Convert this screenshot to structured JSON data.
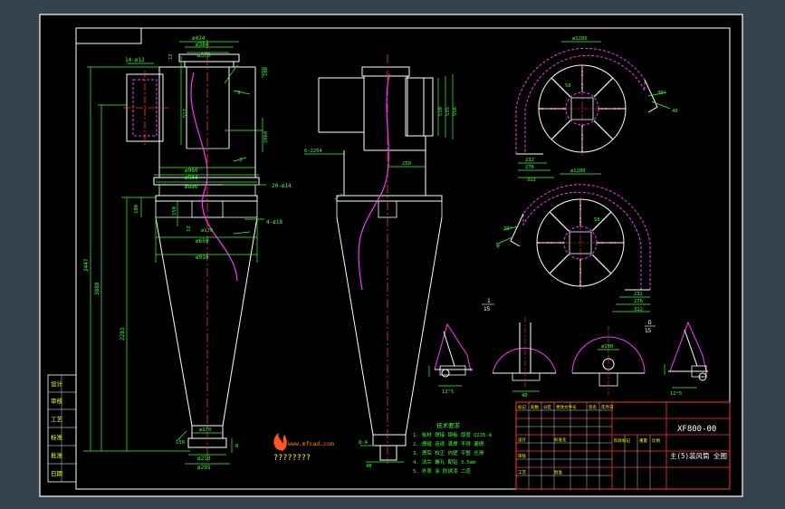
{
  "drawing": {
    "number": "XF800-00",
    "title_cn": "主(5)装风筒 全图",
    "logo_text": "????????",
    "logo_brand": "www.mfcad.com"
  },
  "dims_front": [
    "ø424",
    "ø384",
    "ø370",
    "12",
    "14-ø12",
    "100",
    "512",
    "3",
    "1064",
    "3",
    "ø960",
    "ø844",
    "ø880",
    "20-ø14",
    "180",
    "150",
    "12",
    "ø170",
    "ø650",
    "4-ø18",
    "ø910",
    "3447",
    "3888",
    "2283",
    "ø170",
    "150",
    "ø230",
    "ø295",
    "8"
  ],
  "dims_side": [
    "510",
    "535",
    "556",
    "6-2204",
    "250",
    "8-4",
    "48"
  ],
  "dims_volutes": {
    "top": [
      "ø1280",
      "58",
      "30°",
      "40",
      "232",
      "276",
      "312"
    ],
    "bottom": [
      "ø1280",
      "58",
      "30°",
      "40",
      "232",
      "276",
      "312"
    ]
  },
  "details": {
    "labels": [
      "1",
      "15",
      "D",
      "15"
    ],
    "dims": [
      "12°5",
      "ø190",
      "40",
      "12°5"
    ]
  },
  "notes": {
    "heading": "技术要求",
    "lines": [
      "1. 板材 焊接 钢板 厚度 Q235-A",
      "2. 焊缝 连续 满焊 不得 漏焊",
      "3. 焊后 校正 内壁 平整 光滑",
      "4. 法兰 螺孔 配钻 3.5mm",
      "5. 外表 涂 防锈漆 二道"
    ]
  },
  "left_column": [
    "设计",
    "审核",
    "工艺",
    "标准",
    "批准",
    "日期"
  ],
  "title_block": {
    "small_labels": [
      "标记",
      "处数",
      "分区",
      "更改文件号",
      "签名",
      "年月日",
      "阶段标记",
      "重量",
      "比例",
      "设计",
      "标准化",
      "审核",
      "工艺",
      "批准"
    ]
  },
  "colors": {
    "sheet": "#000000",
    "outer": "#34434d",
    "line": "#ffffff",
    "dim": "#33ff33",
    "center": "#ff3333",
    "magenta": "#ff33ff",
    "yellow": "#ffff00"
  }
}
